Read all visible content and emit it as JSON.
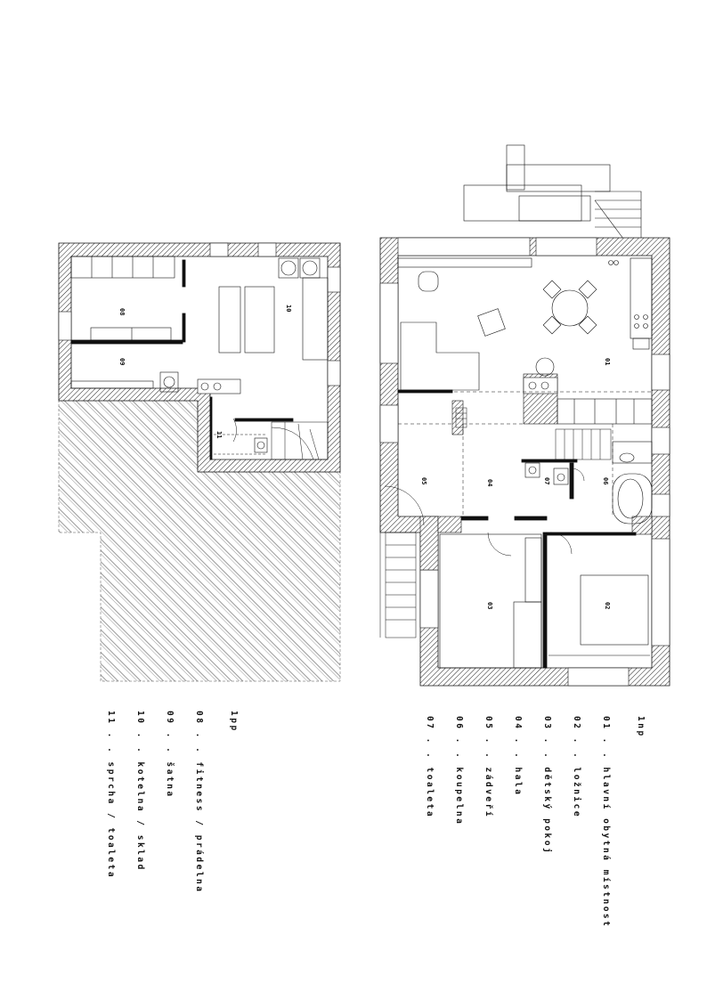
{
  "basement": {
    "legend_header": "1pp",
    "legend_items": [
      "08 . . fitness / prádelna",
      "09 . . šatna",
      "10 . . kotelna / sklad",
      "11 . . sprcha / toaleta"
    ],
    "room_labels": [
      "08",
      "09",
      "10",
      "11"
    ]
  },
  "ground_floor": {
    "legend_header": "1np",
    "legend_items": [
      "01 . . hlavní obytná místnost",
      "02 . . ložnice",
      "03 . . dětský pokoj",
      "04 . . hala",
      "05 . . zádveří",
      "06 . . koupelna",
      "07 . . toaleta"
    ],
    "room_labels": [
      "01",
      "02",
      "03",
      "04",
      "05",
      "06",
      "07"
    ]
  },
  "colors": {
    "line": "#111111",
    "wall_hatch": "#222222",
    "terrace_hatch": "#555555",
    "fill": "#ffffff"
  }
}
